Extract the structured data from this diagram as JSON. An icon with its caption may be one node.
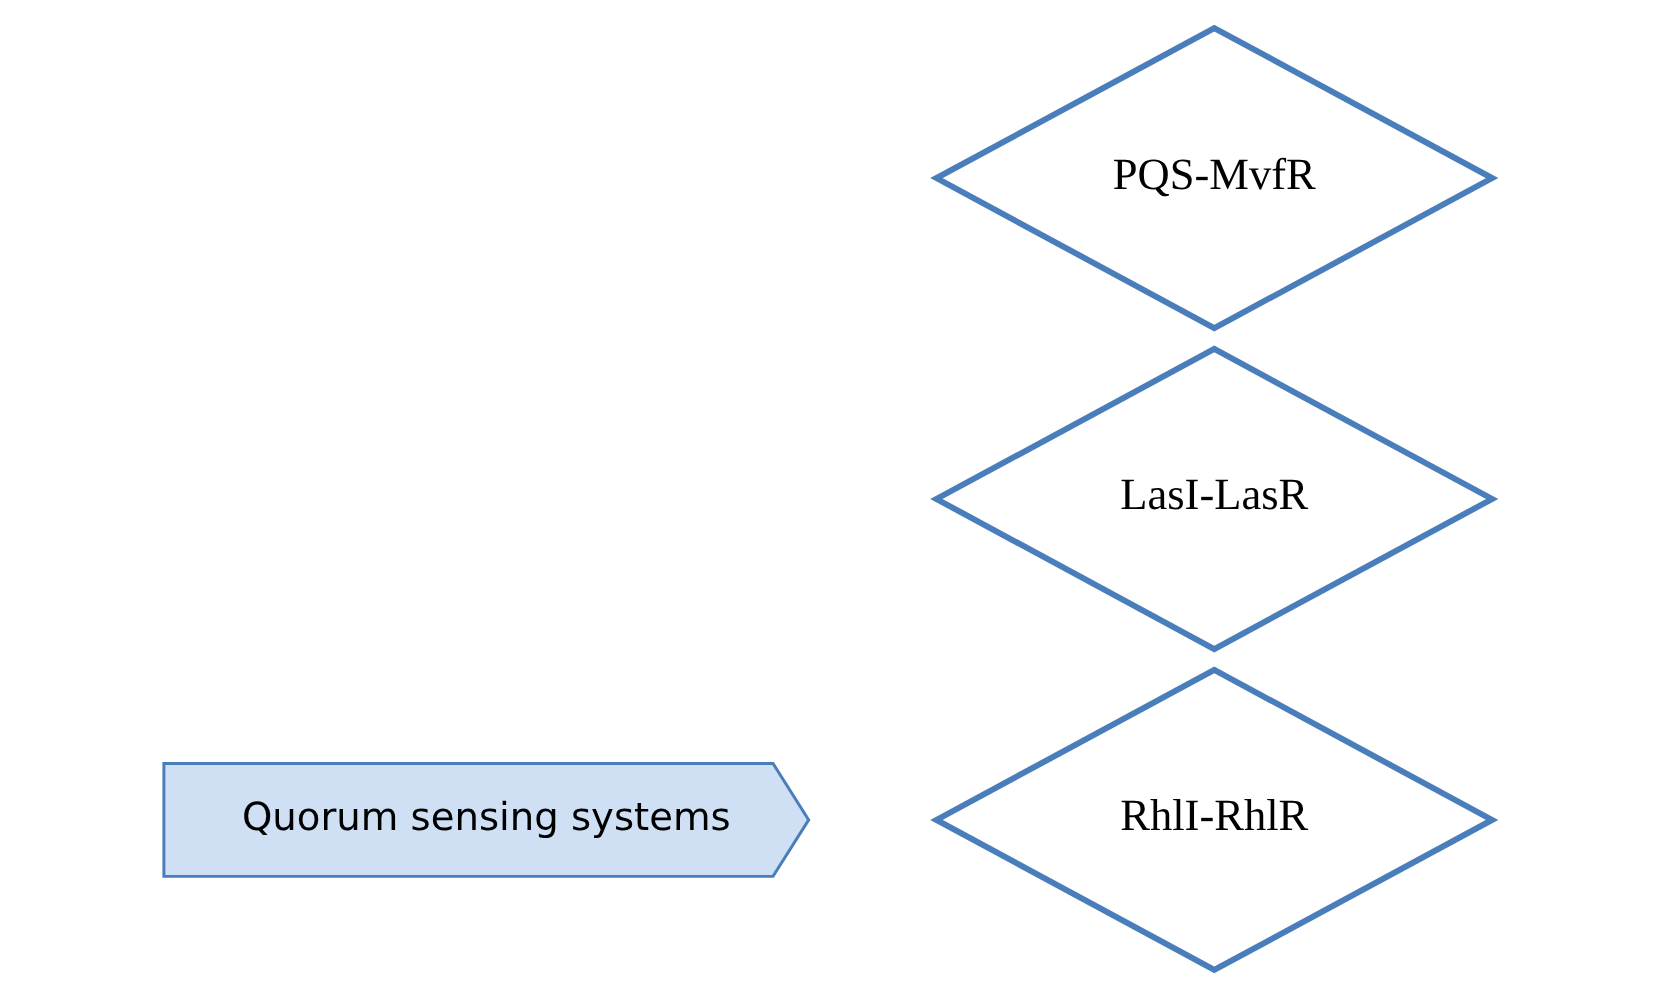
{
  "diagram": {
    "nodes": [
      {
        "text": [
          "Quorum sensing systems"
        ]
      },
      {
        "text": [
          "LasI-LasR"
        ]
      },
      {
        "text": [
          "RhlI-RhlR"
        ]
      },
      {
        "text": [
          "PQS-MvfR"
        ]
      }
    ],
    "edges": []
  }
}
